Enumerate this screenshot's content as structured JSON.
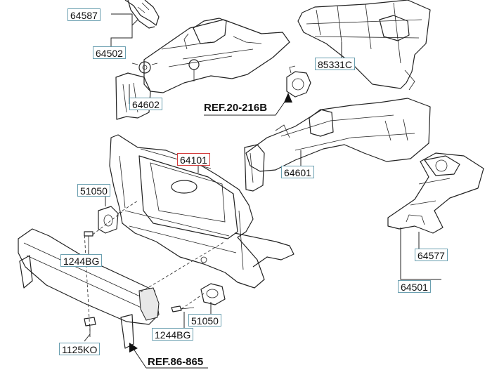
{
  "labels": {
    "p64587": "64587",
    "p64502": "64502",
    "p85331C": "85331C",
    "p64602": "64602",
    "ref20": "REF.20-216B",
    "p64101": "64101",
    "p64601": "64601",
    "p51050a": "51050",
    "p1244BGa": "1244BG",
    "p64577": "64577",
    "p64501": "64501",
    "p1244BGb": "1244BG",
    "p51050b": "51050",
    "p1125KO": "1125KO",
    "ref86": "REF.86-865"
  }
}
